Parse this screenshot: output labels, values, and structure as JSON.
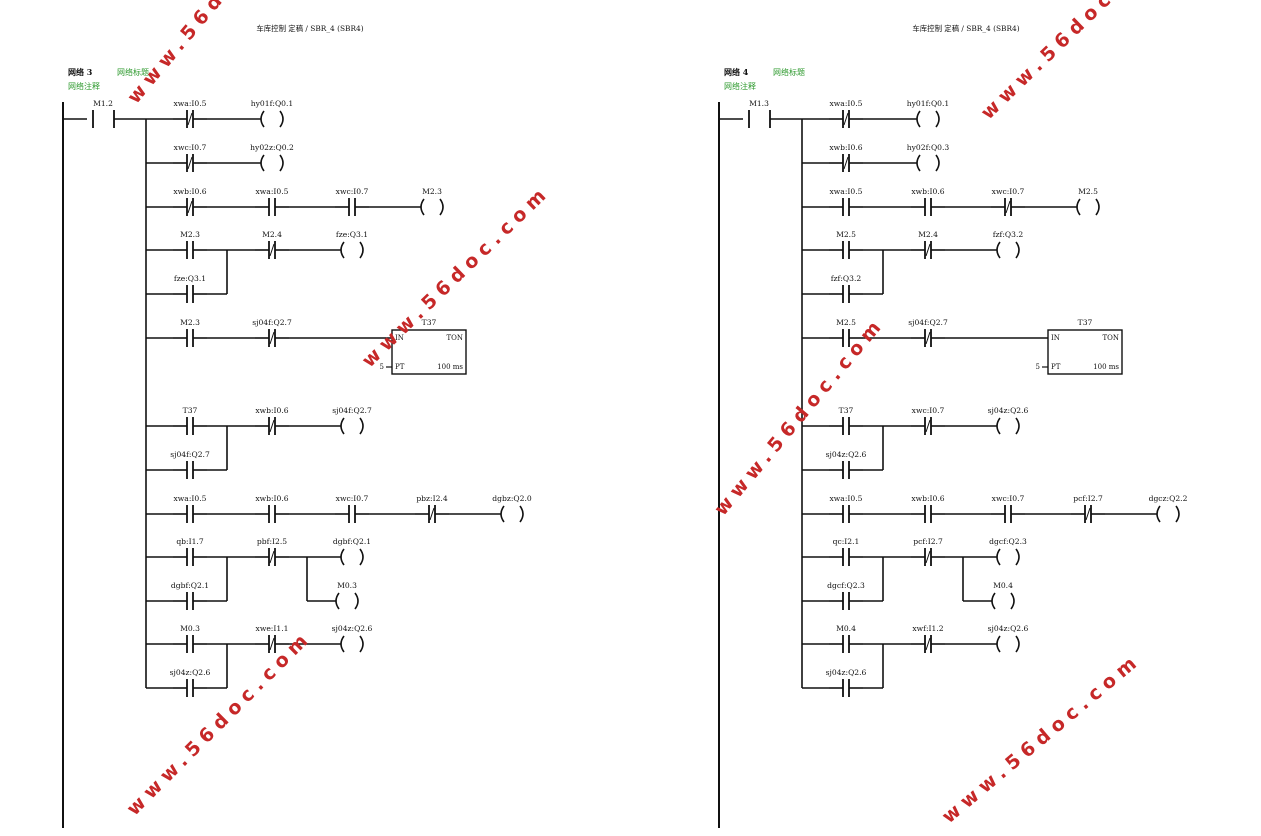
{
  "page_header": {
    "left": "车库控制 定稿  /  SBR_4 (SBR4)",
    "right": "车库控制 定稿  /  SBR_4 (SBR4)"
  },
  "watermark": "www.56doc.com",
  "colors": {
    "ink": "#111111",
    "green": "#2e9a2e",
    "watermark": "#c62828"
  },
  "networks": [
    {
      "title": "网络 3",
      "subtitle": "网络标题",
      "comment": "网络注释",
      "main_contact": "M1.2",
      "rungs": [
        {
          "elements": [
            {
              "t": "nc",
              "label": "xwa:I0.5"
            },
            {
              "t": "coil",
              "label": "hy01f:Q0.1"
            }
          ]
        },
        {
          "elements": [
            {
              "t": "nc",
              "label": "xwc:I0.7"
            },
            {
              "t": "coil",
              "label": "hy02z:Q0.2"
            }
          ]
        },
        {
          "elements": [
            {
              "t": "nc",
              "label": "xwb:I0.6"
            },
            {
              "t": "no",
              "label": "xwa:I0.5"
            },
            {
              "t": "no",
              "label": "xwc:I0.7"
            },
            {
              "t": "coil",
              "label": "M2.3"
            }
          ]
        },
        {
          "elements": [
            {
              "t": "no",
              "label": "M2.3"
            },
            {
              "t": "nc",
              "label": "M2.4"
            },
            {
              "t": "coil",
              "label": "fze:Q3.1"
            }
          ],
          "parallel": {
            "t": "no",
            "label": "fze:Q3.1"
          }
        },
        {
          "elements": [
            {
              "t": "no",
              "label": "M2.3"
            },
            {
              "t": "nc",
              "label": "sj04f:Q2.7"
            },
            {
              "t": "timer",
              "name": "T37",
              "in": "IN",
              "type": "TON",
              "pt_label": "PT",
              "pt_value": "5",
              "base": "100 ms"
            }
          ]
        },
        {
          "elements": [
            {
              "t": "no",
              "label": "T37"
            },
            {
              "t": "nc",
              "label": "xwb:I0.6"
            },
            {
              "t": "coil",
              "label": "sj04f:Q2.7"
            }
          ],
          "parallel": {
            "t": "no",
            "label": "sj04f:Q2.7"
          }
        },
        {
          "elements": [
            {
              "t": "no",
              "label": "xwa:I0.5"
            },
            {
              "t": "no",
              "label": "xwb:I0.6"
            },
            {
              "t": "no",
              "label": "xwc:I0.7"
            },
            {
              "t": "nc",
              "label": "pbz:I2.4"
            },
            {
              "t": "coil",
              "label": "dgbz:Q2.0"
            }
          ]
        },
        {
          "elements": [
            {
              "t": "no",
              "label": "qb:I1.7"
            },
            {
              "t": "nc",
              "label": "pbf:I2.5"
            },
            {
              "t": "coil",
              "label": "dgbf:Q2.1"
            }
          ],
          "parallel": {
            "t": "no",
            "label": "dgbf:Q2.1"
          },
          "output_branch": {
            "t": "coil",
            "label": "M0.3"
          }
        },
        {
          "elements": [
            {
              "t": "no",
              "label": "M0.3"
            },
            {
              "t": "nc",
              "label": "xwe:I1.1"
            },
            {
              "t": "coil",
              "label": "sj04z:Q2.6"
            }
          ],
          "parallel": {
            "t": "no",
            "label": "sj04z:Q2.6"
          }
        }
      ]
    },
    {
      "title": "网络 4",
      "subtitle": "网络标题",
      "comment": "网络注释",
      "main_contact": "M1.3",
      "rungs": [
        {
          "elements": [
            {
              "t": "nc",
              "label": "xwa:I0.5"
            },
            {
              "t": "coil",
              "label": "hy01f:Q0.1"
            }
          ]
        },
        {
          "elements": [
            {
              "t": "nc",
              "label": "xwb:I0.6"
            },
            {
              "t": "coil",
              "label": "hy02f:Q0.3"
            }
          ]
        },
        {
          "elements": [
            {
              "t": "no",
              "label": "xwa:I0.5"
            },
            {
              "t": "no",
              "label": "xwb:I0.6"
            },
            {
              "t": "nc",
              "label": "xwc:I0.7"
            },
            {
              "t": "coil",
              "label": "M2.5"
            }
          ]
        },
        {
          "elements": [
            {
              "t": "no",
              "label": "M2.5"
            },
            {
              "t": "nc",
              "label": "M2.4"
            },
            {
              "t": "coil",
              "label": "fzf:Q3.2"
            }
          ],
          "parallel": {
            "t": "no",
            "label": "fzf:Q3.2"
          }
        },
        {
          "elements": [
            {
              "t": "no",
              "label": "M2.5"
            },
            {
              "t": "nc",
              "label": "sj04f:Q2.7"
            },
            {
              "t": "timer",
              "name": "T37",
              "in": "IN",
              "type": "TON",
              "pt_label": "PT",
              "pt_value": "5",
              "base": "100 ms"
            }
          ]
        },
        {
          "elements": [
            {
              "t": "no",
              "label": "T37"
            },
            {
              "t": "nc",
              "label": "xwc:I0.7"
            },
            {
              "t": "coil",
              "label": "sj04z:Q2.6"
            }
          ],
          "parallel": {
            "t": "no",
            "label": "sj04z:Q2.6"
          }
        },
        {
          "elements": [
            {
              "t": "no",
              "label": "xwa:I0.5"
            },
            {
              "t": "no",
              "label": "xwb:I0.6"
            },
            {
              "t": "no",
              "label": "xwc:I0.7"
            },
            {
              "t": "nc",
              "label": "pcf:I2.7"
            },
            {
              "t": "coil",
              "label": "dgcz:Q2.2"
            }
          ]
        },
        {
          "elements": [
            {
              "t": "no",
              "label": "qc:I2.1"
            },
            {
              "t": "nc",
              "label": "pcf:I2.7"
            },
            {
              "t": "coil",
              "label": "dgcf:Q2.3"
            }
          ],
          "parallel": {
            "t": "no",
            "label": "dgcf:Q2.3"
          },
          "output_branch": {
            "t": "coil",
            "label": "M0.4"
          }
        },
        {
          "elements": [
            {
              "t": "no",
              "label": "M0.4"
            },
            {
              "t": "nc",
              "label": "xwf:I1.2"
            },
            {
              "t": "coil",
              "label": "sj04z:Q2.6"
            }
          ],
          "parallel": {
            "t": "no",
            "label": "sj04z:Q2.6"
          }
        }
      ]
    }
  ]
}
